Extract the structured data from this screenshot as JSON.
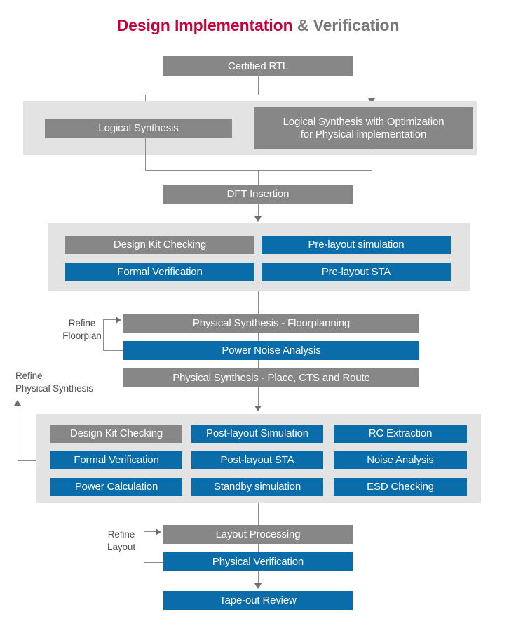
{
  "title": {
    "primary": "Design Implementation",
    "secondary": " & Verification"
  },
  "colors": {
    "accent_red": "#c8003c",
    "title_gray": "#76787b",
    "box_gray": "#878787",
    "box_blue": "#0a6ca8",
    "band_gray": "#e3e3e3",
    "connector": "#8c8c8c"
  },
  "flow": {
    "certified_rtl": "Certified RTL",
    "synthesis_band": {
      "logical_synthesis": "Logical Synthesis",
      "logical_synthesis_optimized": "Logical Synthesis with Optimization\nfor Physical implementation"
    },
    "dft_insertion": "DFT Insertion",
    "prelayout_band": [
      {
        "label": "Design Kit Checking",
        "style": "gray"
      },
      {
        "label": "Pre-layout simulation",
        "style": "blue"
      },
      {
        "label": "Formal Verification",
        "style": "blue"
      },
      {
        "label": "Pre-layout STA",
        "style": "blue"
      }
    ],
    "physical_synthesis": {
      "floorplanning": "Physical Synthesis - Floorplanning",
      "power_noise_analysis": "Power Noise Analysis",
      "place_cts_route": "Physical Synthesis - Place, CTS and Route"
    },
    "postlayout_band": [
      {
        "label": "Design Kit Checking",
        "style": "gray"
      },
      {
        "label": "Post-layout Simulation",
        "style": "blue"
      },
      {
        "label": "RC Extraction",
        "style": "blue"
      },
      {
        "label": "Formal Verification",
        "style": "blue"
      },
      {
        "label": "Post-layout STA",
        "style": "blue"
      },
      {
        "label": "Noise Analysis",
        "style": "blue"
      },
      {
        "label": "Power Calculation",
        "style": "blue"
      },
      {
        "label": "Standby simulation",
        "style": "blue"
      },
      {
        "label": "ESD Checking",
        "style": "blue"
      }
    ],
    "layout": {
      "layout_processing": "Layout Processing",
      "physical_verification": "Physical Verification",
      "tape_out_review": "Tape-out Review"
    }
  },
  "annotations": {
    "refine_floorplan": "Refine\nFloorplan",
    "refine_physical_synthesis": "Refine\nPhysical Synthesis",
    "refine_layout": "Refine\nLayout"
  }
}
